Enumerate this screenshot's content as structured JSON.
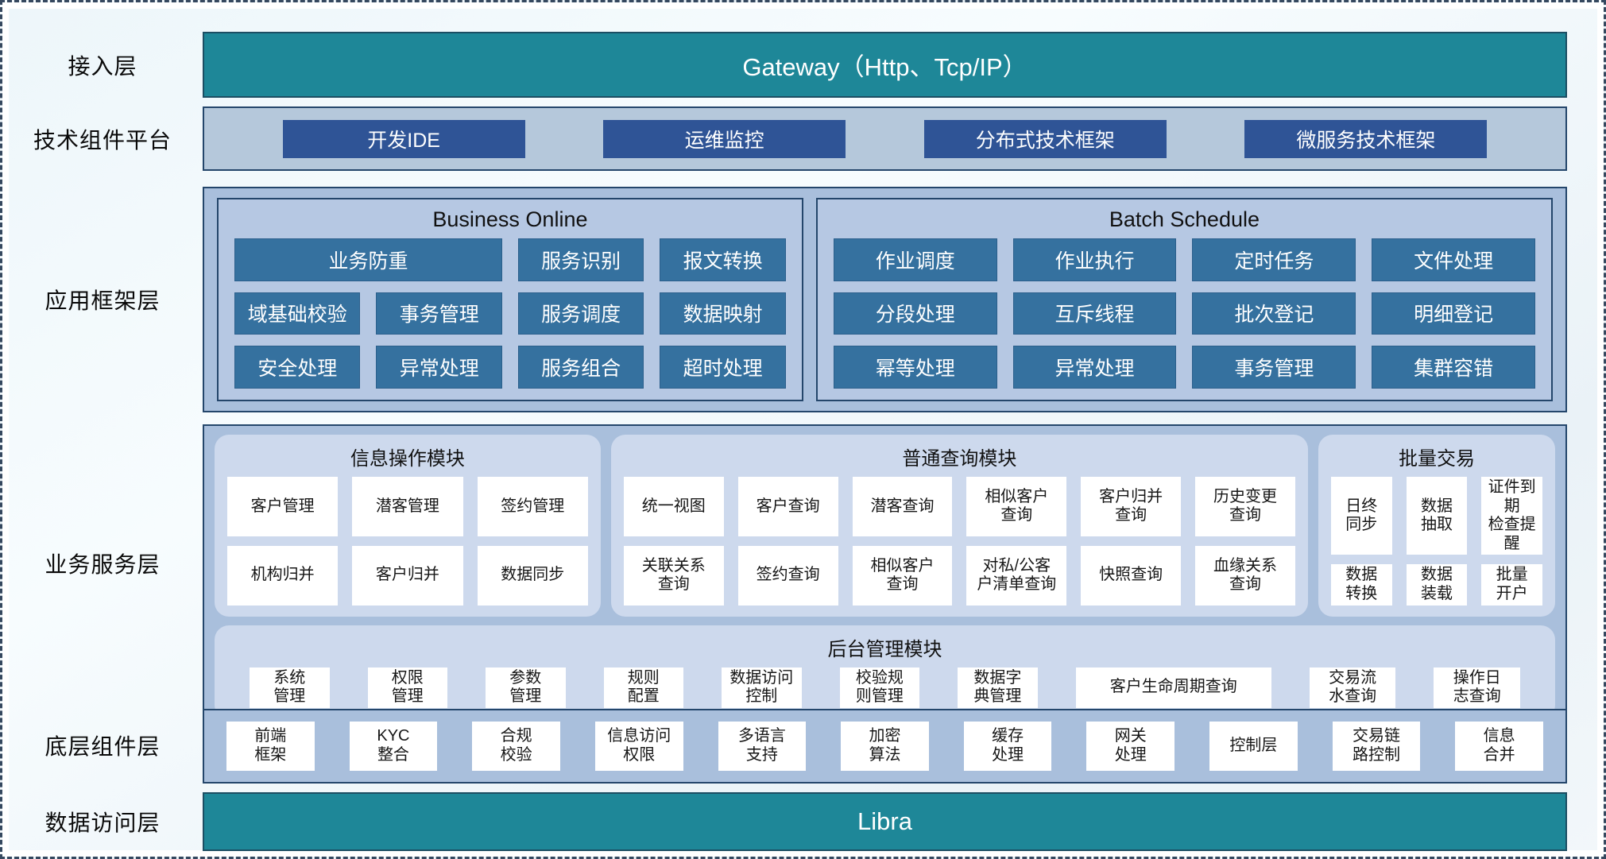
{
  "colors": {
    "teal": "#1e8798",
    "dark_blue_button": "#2f5496",
    "steel_blue_button": "#35719f",
    "container_blue": "#a9bfdc",
    "platform_blue": "#b5c8db",
    "module_fill": "#cdd9ed",
    "border_navy": "#24466b"
  },
  "layers": {
    "access": {
      "label": "接入层",
      "gateway": "Gateway（Http、Tcp/IP）"
    },
    "tech_platform": {
      "label": "技术组件平台",
      "items": [
        "开发IDE",
        "运维监控",
        "分布式技术框架",
        "微服务技术框架"
      ]
    },
    "app_framework": {
      "label": "应用框架层",
      "business_online": {
        "title": "Business Online",
        "cells": [
          "业务防重",
          "服务识别",
          "报文转换",
          "域基础校验",
          "事务管理",
          "服务调度",
          "数据映射",
          "安全处理",
          "异常处理",
          "服务组合",
          "超时处理"
        ]
      },
      "batch_schedule": {
        "title": "Batch Schedule",
        "cells": [
          "作业调度",
          "作业执行",
          "定时任务",
          "文件处理",
          "分段处理",
          "互斥线程",
          "批次登记",
          "明细登记",
          "幂等处理",
          "异常处理",
          "事务管理",
          "集群容错"
        ]
      }
    },
    "business_service": {
      "label": "业务服务层",
      "info_module": {
        "title": "信息操作模块",
        "cells": [
          "客户管理",
          "潜客管理",
          "签约管理",
          "机构归并",
          "客户归并",
          "数据同步"
        ]
      },
      "query_module": {
        "title": "普通查询模块",
        "cells": [
          "统一视图",
          "客户查询",
          "潜客查询",
          "相似客户\n查询",
          "客户归并\n查询",
          "历史变更\n查询",
          "关联关系\n查询",
          "签约查询",
          "相似客户\n查询",
          "对私/公客\n户清单查询",
          "快照查询",
          "血缘关系\n查询"
        ]
      },
      "batch_trade": {
        "title": "批量交易",
        "cells": [
          "日终\n同步",
          "数据\n抽取",
          "证件到期\n检查提醒",
          "数据\n转换",
          "数据\n装载",
          "批量\n开户"
        ]
      },
      "backend_module": {
        "title": "后台管理模块",
        "cells": [
          "系统\n管理",
          "权限\n管理",
          "参数\n管理",
          "规则\n配置",
          "数据访问\n控制",
          "校验规\n则管理",
          "数据字\n典管理",
          "客户生命周期查询",
          "交易流\n水查询",
          "操作日\n志查询"
        ]
      }
    },
    "base_components": {
      "label": "底层组件层",
      "cells": [
        "前端\n框架",
        "KYC\n整合",
        "合规\n校验",
        "信息访问\n权限",
        "多语言\n支持",
        "加密\n算法",
        "缓存\n处理",
        "网关\n处理",
        "控制层",
        "交易链\n路控制",
        "信息\n合并"
      ]
    },
    "data_access": {
      "label": "数据访问层",
      "bar": "Libra"
    }
  }
}
